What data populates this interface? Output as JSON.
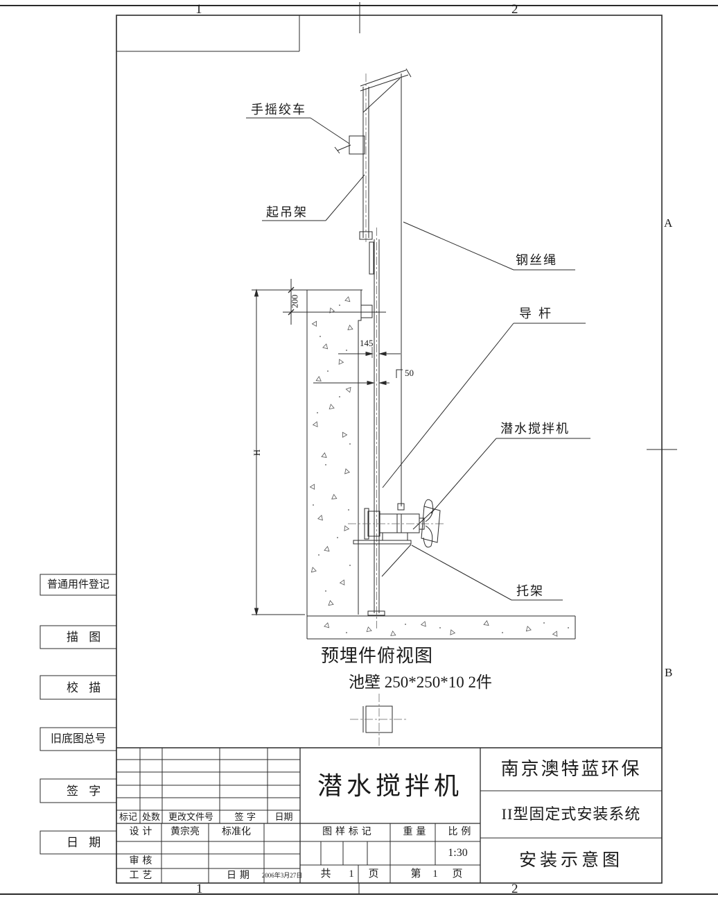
{
  "zones": {
    "top_left": "1",
    "top_right": "2",
    "bottom_left": "1",
    "bottom_right": "2",
    "right_upper": "A",
    "right_lower": "B"
  },
  "drawing": {
    "labels": {
      "hand_winch": "手摇绞车",
      "lifting_frame": "起吊架",
      "wire_rope": "钢丝绳",
      "guide_rod": "导杆",
      "mixer": "潜水搅拌机",
      "bracket": "托架"
    },
    "dims": {
      "d200": "200",
      "d145": "145",
      "d50": "50",
      "height": "H"
    },
    "detail": {
      "title": "预埋件俯视图",
      "spec": "池壁  250*250*10  2件"
    }
  },
  "margin": {
    "items": [
      "普通用件登记",
      "描图",
      "校描",
      "旧底图总号",
      "签字",
      "日期"
    ]
  },
  "title_block": {
    "revision_header": {
      "mark": "标记",
      "count": "处数",
      "doc_no": "更改文件号",
      "sign": "签字",
      "date": "日期"
    },
    "signatures": {
      "design": "设计",
      "designer": "黄宗亮",
      "standardization": "标准化",
      "review": "审核",
      "process": "工艺",
      "date_label": "日期",
      "date_value": "2006年3月27日"
    },
    "info": {
      "mark_label": "图样标记",
      "weight_label": "重量",
      "scale_label": "比例",
      "scale_value": "1:30",
      "total_label": "共",
      "total_value": "1",
      "total_unit": "页",
      "page_label": "第",
      "page_value": "1",
      "page_unit": "页"
    },
    "product": "潜水搅拌机",
    "company": "南京澳特蓝环保",
    "system": "II型固定式安装系统",
    "sheet": "安装示意图"
  }
}
